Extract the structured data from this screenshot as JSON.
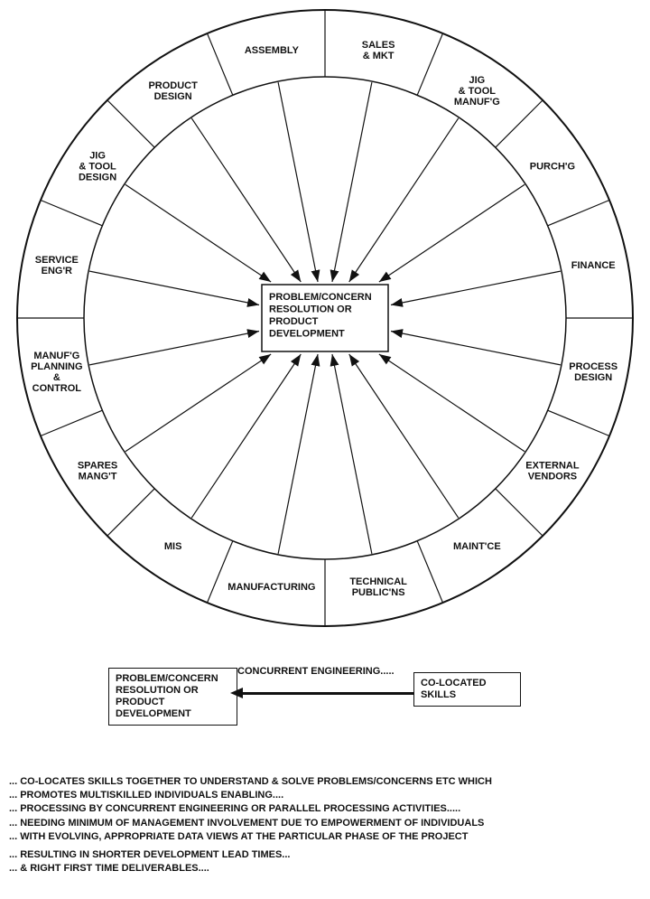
{
  "colors": {
    "ink": "#111111",
    "background": "#ffffff"
  },
  "wheel": {
    "center_lines": [
      "PROBLEM/CONCERN",
      "RESOLUTION OR",
      "PRODUCT",
      "DEVELOPMENT"
    ],
    "segments": [
      {
        "id": "sales-mkt",
        "lines": [
          "SALES",
          "& MKT"
        ]
      },
      {
        "id": "jig-tool-manufg",
        "lines": [
          "JIG",
          "& TOOL",
          "MANUF'G"
        ]
      },
      {
        "id": "purchg",
        "lines": [
          "PURCH'G"
        ]
      },
      {
        "id": "finance",
        "lines": [
          "FINANCE"
        ]
      },
      {
        "id": "process-design",
        "lines": [
          "PROCESS",
          "DESIGN"
        ]
      },
      {
        "id": "external-vendors",
        "lines": [
          "EXTERNAL",
          "VENDORS"
        ]
      },
      {
        "id": "maintce",
        "lines": [
          "MAINT'CE"
        ]
      },
      {
        "id": "technical-publicns",
        "lines": [
          "TECHNICAL",
          "PUBLIC'NS"
        ]
      },
      {
        "id": "manufacturing",
        "lines": [
          "MANUFACTURING"
        ]
      },
      {
        "id": "mis",
        "lines": [
          "MIS"
        ]
      },
      {
        "id": "spares-mangt",
        "lines": [
          "SPARES",
          "MANG'T"
        ]
      },
      {
        "id": "manufg-planning-control",
        "lines": [
          "MANUF'G",
          "PLANNING",
          "&",
          "CONTROL"
        ]
      },
      {
        "id": "service-engr",
        "lines": [
          "SERVICE",
          "ENG'R"
        ]
      },
      {
        "id": "jig-tool-design",
        "lines": [
          "JIG",
          "& TOOL",
          "DESIGN"
        ]
      },
      {
        "id": "product-design",
        "lines": [
          "PRODUCT",
          "DESIGN"
        ]
      },
      {
        "id": "assembly",
        "lines": [
          "ASSEMBLY"
        ]
      }
    ]
  },
  "flow": {
    "left_box_lines": [
      "PROBLEM/CONCERN",
      "RESOLUTION OR",
      "PRODUCT",
      "DEVELOPMENT"
    ],
    "arrow_label": "CONCURRENT ENGINEERING.....",
    "right_box_lines": [
      "CO-LOCATED",
      "SKILLS"
    ]
  },
  "bullets": [
    "... CO-LOCATES SKILLS TOGETHER TO UNDERSTAND & SOLVE PROBLEMS/CONCERNS ETC WHICH",
    "... PROMOTES MULTISKILLED INDIVIDUALS ENABLING....",
    "... PROCESSING BY CONCURRENT ENGINEERING OR PARALLEL PROCESSING ACTIVITIES.....",
    "... NEEDING MINIMUM OF MANAGEMENT INVOLVEMENT DUE TO EMPOWERMENT OF INDIVIDUALS",
    "... WITH EVOLVING, APPROPRIATE DATA VIEWS AT THE PARTICULAR PHASE OF THE PROJECT",
    "... RESULTING IN SHORTER DEVELOPMENT LEAD TIMES...",
    "... & RIGHT FIRST TIME DELIVERABLES...."
  ]
}
